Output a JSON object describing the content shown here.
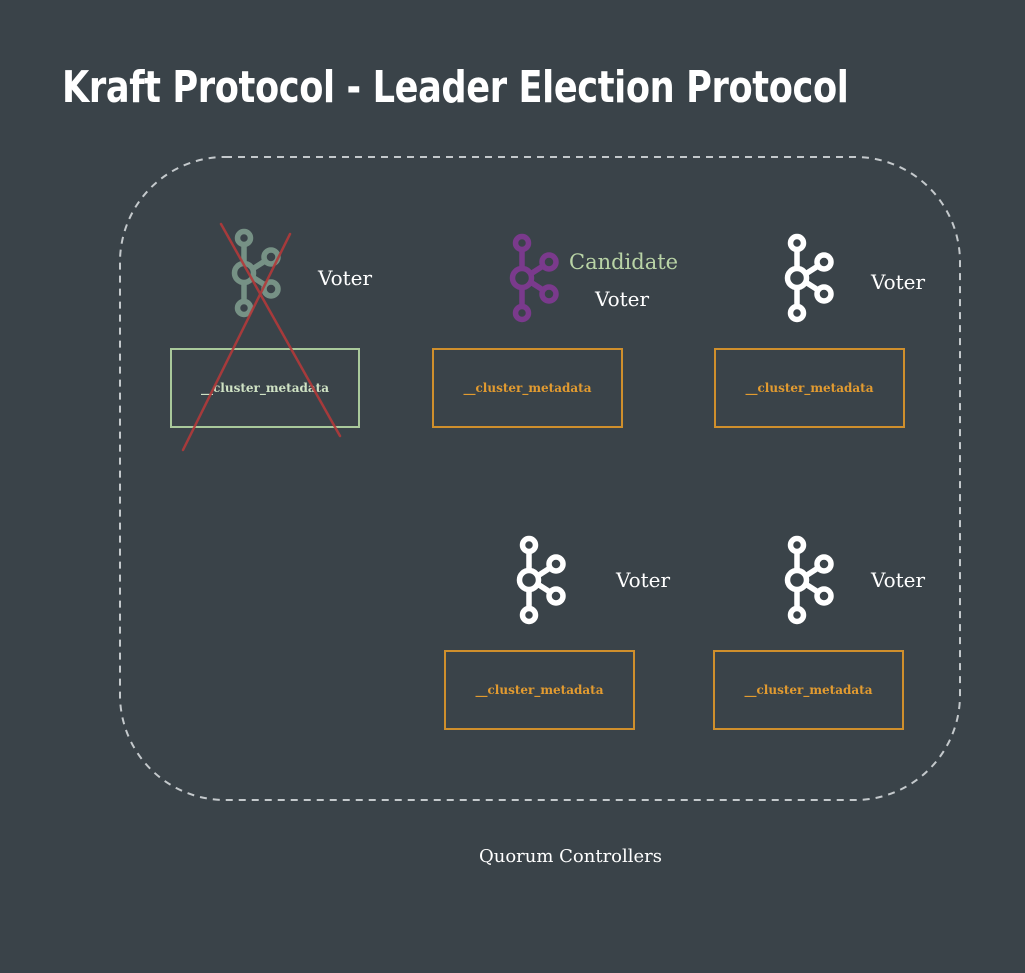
{
  "title": "Kraft Protocol - Leader Election Protocol",
  "footer": "Quorum Controllers",
  "colors": {
    "background": "#3a4349",
    "metadata_box": "#cf8f2c",
    "metadata_text": "#e29b30",
    "failed_node": "#7d9a8c",
    "failed_box": "#a9c99b",
    "candidate_icon": "#7a3a8c",
    "candidate_label": "#b9d4a6",
    "cross": "#b23a3a"
  },
  "nodes": [
    {
      "icon": "kafka-icon",
      "role": "Voter",
      "status_label": "",
      "metadata": "__cluster_metadata",
      "state": "failed"
    },
    {
      "icon": "kafka-icon",
      "role": "Voter",
      "status_label": "Candidate",
      "metadata": "__cluster_metadata",
      "state": "candidate"
    },
    {
      "icon": "kafka-icon",
      "role": "Voter",
      "status_label": "",
      "metadata": "__cluster_metadata",
      "state": "active"
    },
    {
      "icon": "kafka-icon",
      "role": "Voter",
      "status_label": "",
      "metadata": "__cluster_metadata",
      "state": "active"
    },
    {
      "icon": "kafka-icon",
      "role": "Voter",
      "status_label": "",
      "metadata": "__cluster_metadata",
      "state": "active"
    }
  ]
}
